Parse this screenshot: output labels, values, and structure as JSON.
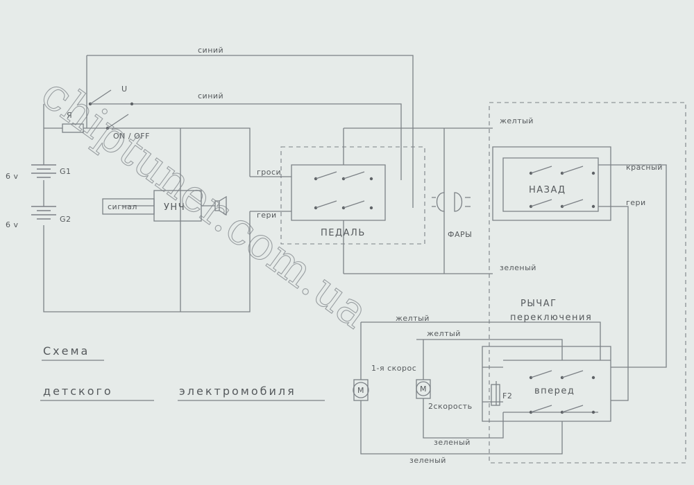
{
  "wires": {
    "blue_top": "синий",
    "blue_second": "синий",
    "yellow_top": "желтый",
    "red": "красный",
    "green_headlights": "зеленый",
    "yellow_gear_outer": "желтый",
    "yellow_gear_inner": "желтый",
    "green_gear_inner": "зеленый",
    "green_bottom": "зеленый",
    "grosi": "гроси",
    "geri_left": "гери",
    "geri_right": "гери"
  },
  "components": {
    "battery_1": "G1",
    "battery_2": "G2",
    "voltage_1": "6 v",
    "voltage_2": "6 v",
    "fuse": "Я",
    "power_switch": "ON / OFF",
    "switch_mark": "U",
    "signal": "сигнал",
    "amplifier": "УНЧ",
    "pedal": "ПЕДАЛЬ",
    "headlights": "ФАРЫ",
    "reverse": "НАЗАД",
    "lever_line1": "РЫЧАГ",
    "lever_line2": "переключения",
    "forward": "вперед",
    "fuse_2": "F2",
    "motor_letter": "M",
    "speed_1": "1-я скорос",
    "speed_2": "2скорость"
  },
  "title": {
    "line1": "Схема",
    "line2a": "детского",
    "line2b": "электромобиля"
  },
  "watermark": "chiptuner.com.ua"
}
